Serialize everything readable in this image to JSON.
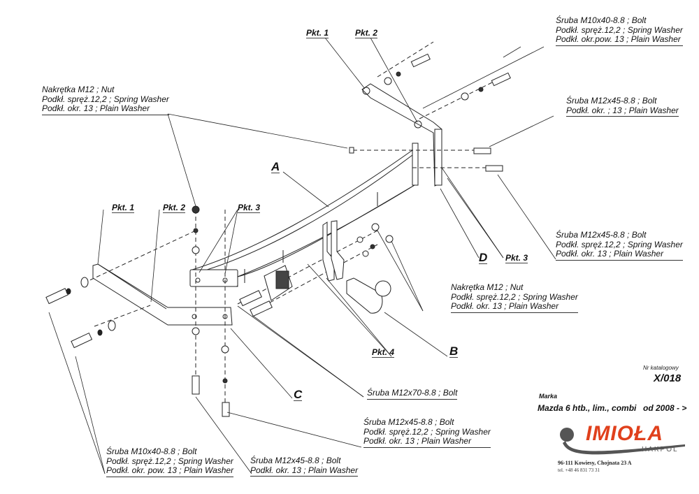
{
  "callouts": {
    "top_right_bolt": {
      "lines": [
        "Śruba M10x40-8.8 ;  Bolt",
        "Podkł. spręż.12,2 ; Spring Washer",
        "Podkł. okr.pow. 13 ; Plain Washer"
      ]
    },
    "top_left_nut": {
      "lines": [
        "Nakrętka  M12 ; Nut",
        "Podkł. spręż.12,2 ; Spring Washer",
        "Podkł. okr. 13 ; Plain Washer"
      ]
    },
    "right_bolt_plain": {
      "lines": [
        "Śruba M12x45-8.8 ;  Bolt",
        "Podkł. okr. ; 13 ; Plain Washer"
      ]
    },
    "right_bolt_spring": {
      "lines": [
        "Śruba M12x45-8.8 ;  Bolt",
        "Podkł. spręż.12,2 ; Spring Washer",
        "Podkł. okr. 13 ; Plain Washer"
      ]
    },
    "middle_nut": {
      "lines": [
        "Nakrętka  M12 ; Nut",
        "Podkł. spręż.12,2 ; Spring Washer",
        "Podkł. okr. 13 ; Plain Washer"
      ]
    },
    "m12x70_bolt": {
      "lines": [
        "Śruba M12x70-8.8 ;  Bolt"
      ]
    },
    "bottom_mid_bolt": {
      "lines": [
        "Śruba M12x45-8.8 ;  Bolt",
        "Podkł. spręż.12,2 ; Spring Washer",
        "Podkł. okr. 13 ; Plain Washer"
      ]
    },
    "bottom_left_bolt": {
      "lines": [
        "Śruba M10x40-8.8 ;  Bolt",
        "Podkł. spręż.12,2 ; Spring Washer",
        "Podkł. okr. pow. 13 ; Plain Washer"
      ]
    },
    "bottom_center_bolt": {
      "lines": [
        "Śruba M12x45-8.8 ;  Bolt",
        "Podkł. okr. 13 ; Plain Washer"
      ]
    }
  },
  "point_tags": {
    "top_pkt1": "Pkt. 1",
    "top_pkt2": "Pkt. 2",
    "left_pkt1": "Pkt. 1",
    "left_pkt2": "Pkt. 2",
    "left_pkt3": "Pkt. 3",
    "right_pkt3": "Pkt. 3",
    "pkt4": "Pkt. 4"
  },
  "part_letters": {
    "A": "A",
    "B": "B",
    "C": "C",
    "D": "D"
  },
  "title_block": {
    "catalog_label": "Nr katalogowy",
    "catalog_number": "X/018",
    "brand_label": "Marka",
    "model": "Mazda 6 htb., lim., combi",
    "years": "od 2008 - >"
  },
  "company": {
    "logo_text": "IMIOŁA",
    "logo_sub": "HAKPOL",
    "address": "96-111 Kowiesy, Chojnata 23 A",
    "phone": "tel. +48 46 831 73 31",
    "brand_color": "#e0401c",
    "logo_grey": "#555555"
  }
}
